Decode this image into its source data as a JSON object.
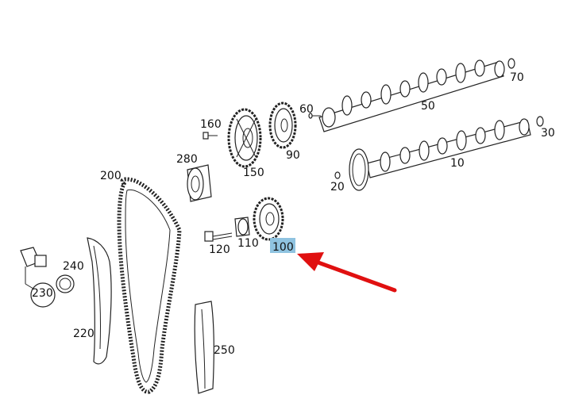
{
  "diagram": {
    "highlight_color": "#8fc3e0",
    "arrow_color": "#e01010",
    "callouts": {
      "c10": "10",
      "c20": "20",
      "c30": "30",
      "c50": "50",
      "c60": "60",
      "c70": "70",
      "c90": "90",
      "c100": "100",
      "c110": "110",
      "c120": "120",
      "c150": "150",
      "c160": "160",
      "c200": "200",
      "c220": "220",
      "c230": "230",
      "c240": "240",
      "c250": "250",
      "c280": "280"
    },
    "highlighted_callout": "100"
  }
}
